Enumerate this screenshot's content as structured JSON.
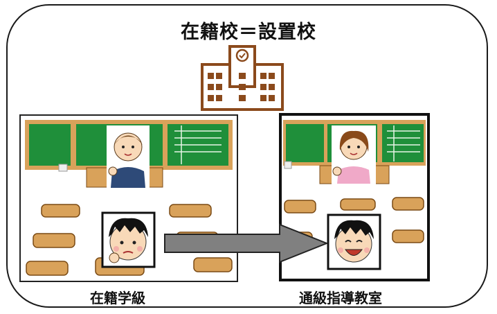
{
  "title": "在籍校＝設置校",
  "captions": {
    "home_class": "在籍学級",
    "resource_room": "通級指導教室"
  }
}
